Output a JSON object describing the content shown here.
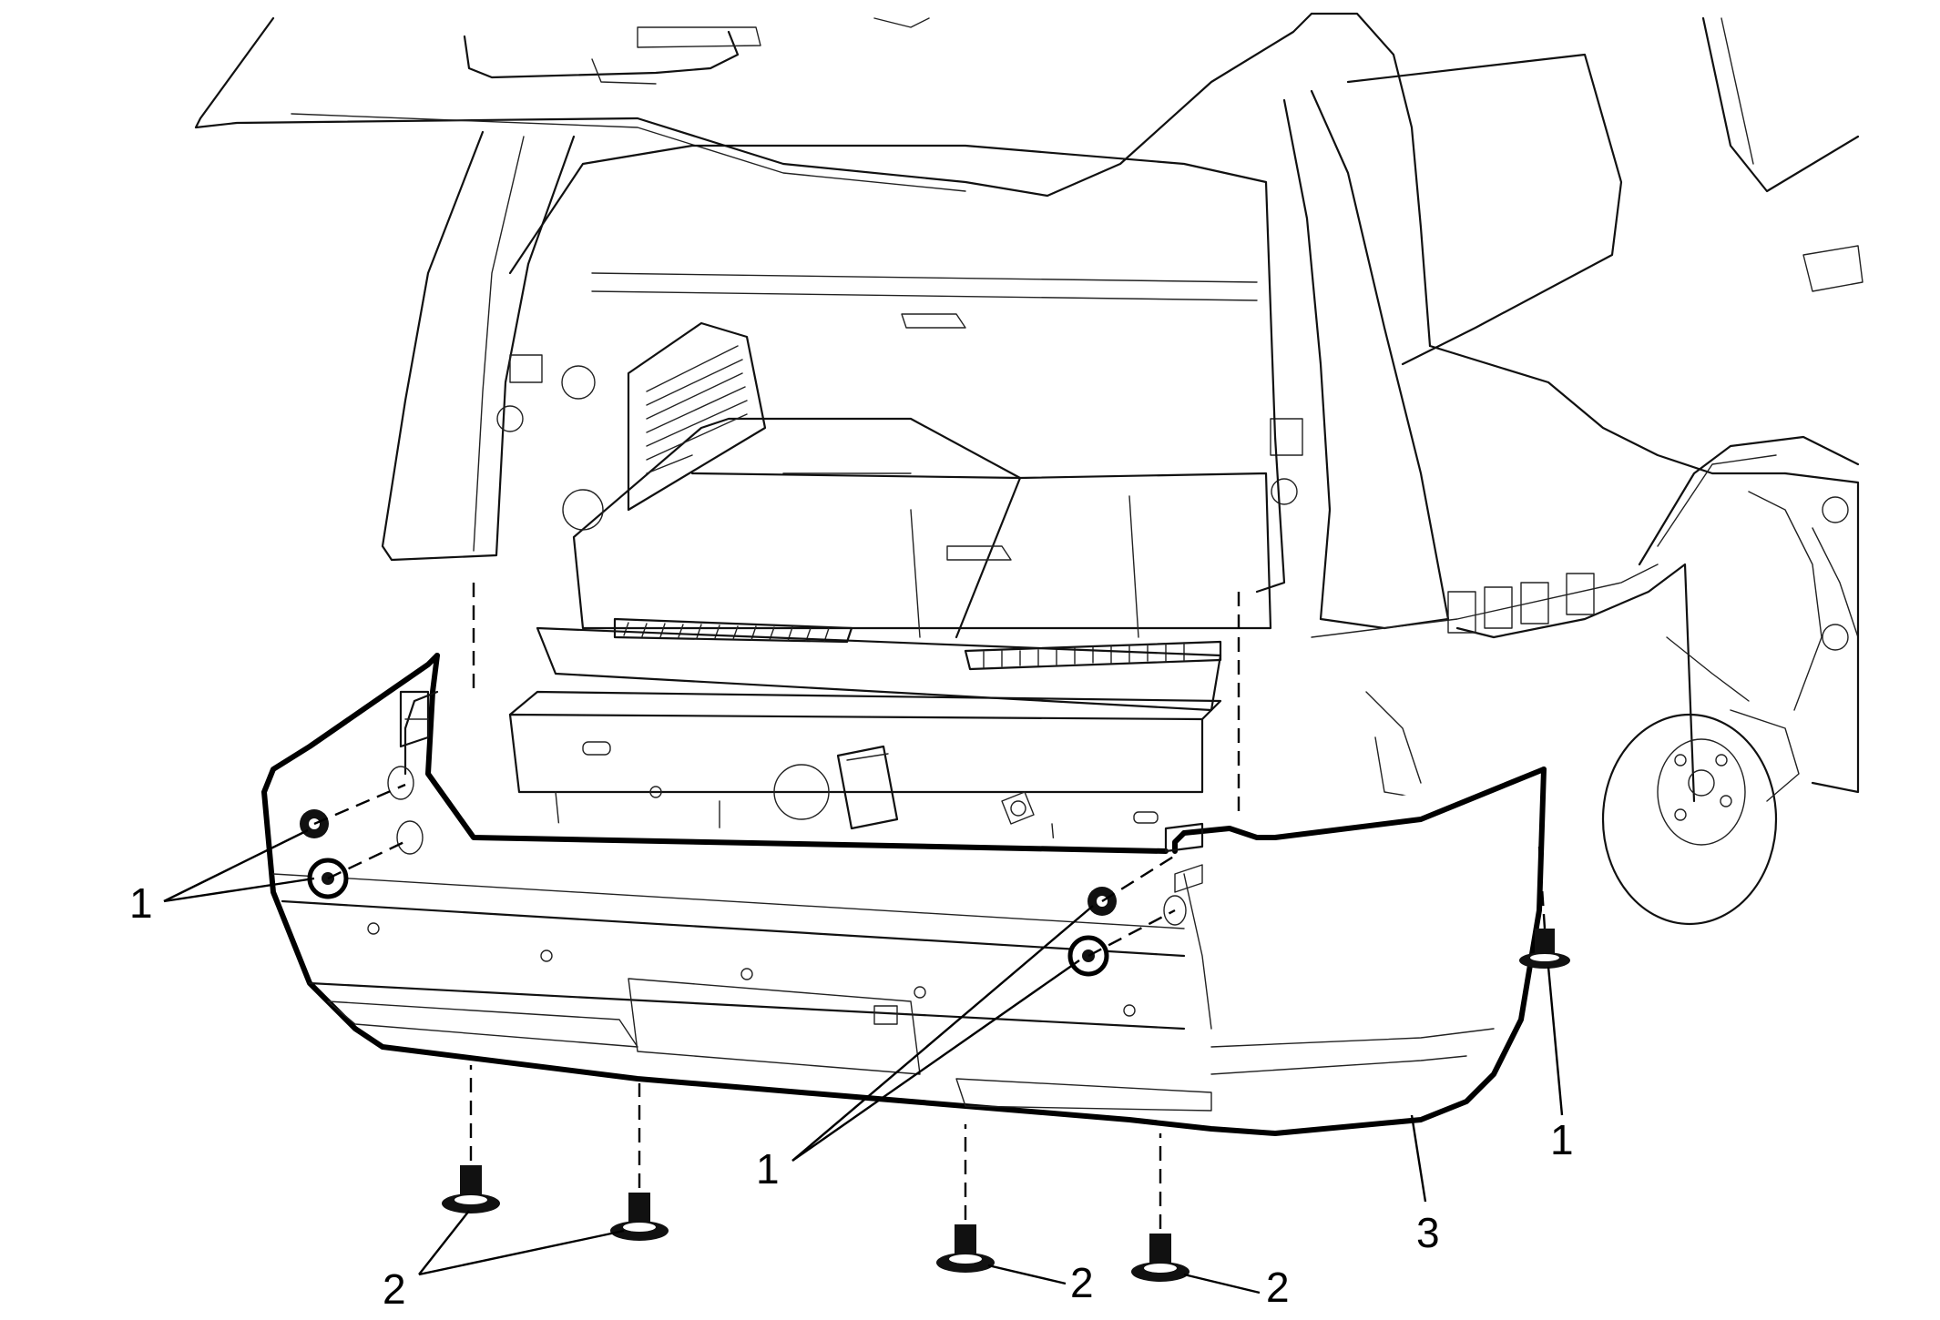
{
  "callouts": {
    "c1_left": "1",
    "c1_center": "1",
    "c1_right": "1",
    "c2_left": "2",
    "c2_mid": "2",
    "c2_right": "2",
    "c3": "3"
  }
}
